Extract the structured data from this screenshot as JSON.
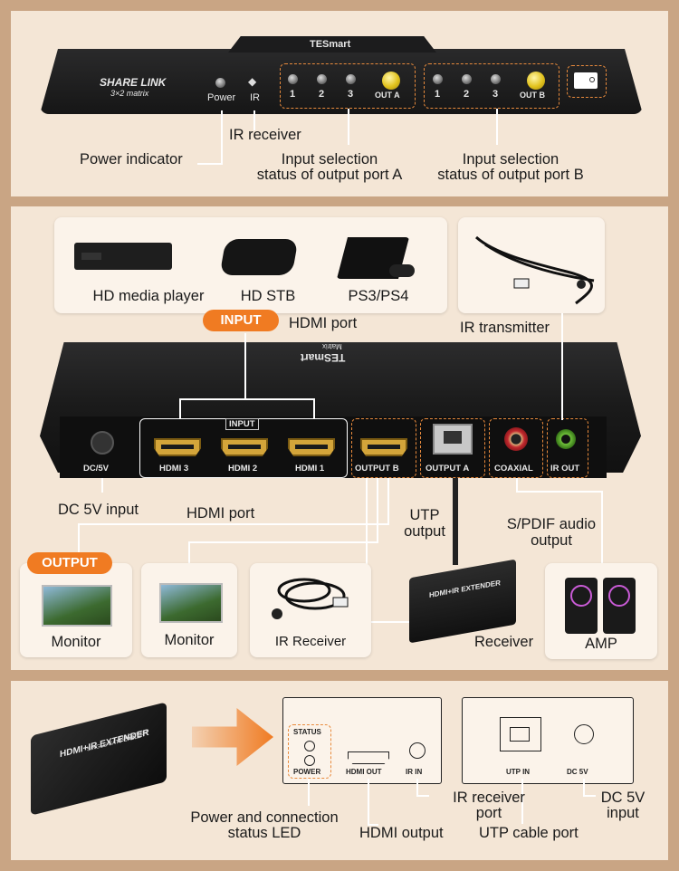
{
  "top_panel": {
    "device_brand": "SHARE LINK",
    "device_model": "3×2 matrix",
    "top_logo": "TESmart",
    "power_label": "Power",
    "ir_label": "IR",
    "group_a": {
      "numbers": [
        "1",
        "2",
        "3"
      ],
      "out_label": "OUT A"
    },
    "group_b": {
      "numbers": [
        "1",
        "2",
        "3"
      ],
      "out_label": "OUT B"
    },
    "callouts": {
      "power_indicator": "Power indicator",
      "ir_receiver": "IR receiver",
      "status_a_line1": "Input selection",
      "status_a_line2": "status of output port A",
      "status_b_line1": "Input selection",
      "status_b_line2": "status of output port B"
    }
  },
  "middle_panel": {
    "sources": [
      "HD media player",
      "HD STB",
      "PS3/PS4"
    ],
    "input_badge": "INPUT",
    "hdmi_port_top": "HDMI port",
    "ir_transmitter": "IR transmitter",
    "rear_logo_main": "TESmart",
    "rear_logo_sub": "Matrix",
    "rear_ports": {
      "dc": "DC/5V",
      "input_group": "INPUT",
      "hdmi3": "HDMI 3",
      "hdmi2": "HDMI 2",
      "hdmi1": "HDMI 1",
      "output_b": "OUTPUT B",
      "output_a": "OUTPUT A",
      "coaxial": "COAXIAL",
      "ir_out": "IR OUT"
    },
    "dc_input": "DC 5V input",
    "hdmi_port_bottom": "HDMI port",
    "utp_line1": "UTP",
    "utp_line2": "output",
    "spdif_line1": "S/PDIF audio",
    "spdif_line2": "output",
    "output_badge": "OUTPUT",
    "outputs": [
      "Monitor",
      "Monitor",
      "IR Receiver"
    ],
    "receiver": "Receiver",
    "amp": "AMP"
  },
  "bottom_panel": {
    "extender_text": "HDMI+IR EXTENDER",
    "extender_sub": "SINGLE CAT6 CABLE",
    "extender_tag": "RECEIVER",
    "schematic_left": {
      "status": "STATUS",
      "power": "POWER",
      "hdmi_out": "HDMI OUT",
      "ir_in": "IR IN"
    },
    "schematic_right": {
      "utp_in": "UTP IN",
      "dc_5v": "DC 5V"
    },
    "callouts": {
      "led_line1": "Power and connection",
      "led_line2": "status LED",
      "hdmi_output": "HDMI output",
      "ir_port_line1": "IR receiver",
      "ir_port_line2": "port",
      "utp_port": "UTP cable port",
      "dc_line1": "DC 5V",
      "dc_line2": "input"
    }
  },
  "colors": {
    "background": "#c9a584",
    "panel": "#f4e6d6",
    "accent": "#f07b22",
    "device": "#1c1c1d"
  }
}
